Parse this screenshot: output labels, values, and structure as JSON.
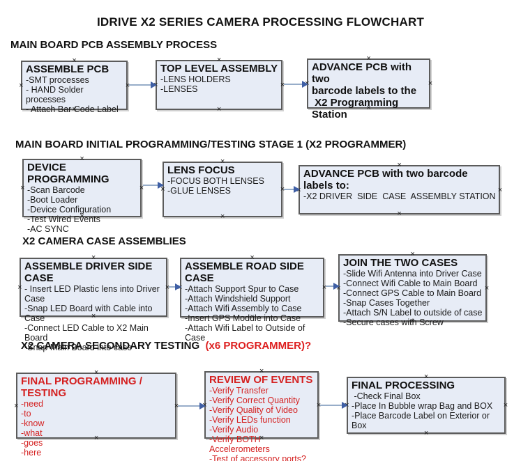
{
  "title": "IDRIVE X2  SERIES CAMERA PROCESSING FLOWCHART",
  "colors": {
    "box_fill": "#e7ecf6",
    "box_border": "#5b5b5b",
    "red_text": "#d42020",
    "arrow_line": "#97adc9",
    "arrow_head": "#3f5fa5"
  },
  "sections": [
    {
      "heading": "MAIN BOARD PCB ASSEMBLY PROCESS",
      "boxes": [
        {
          "title": "ASSEMBLE PCB",
          "lines": [
            "-SMT processes",
            "- HAND Solder processes",
            "- Attach Bar Code Label"
          ]
        },
        {
          "title": "TOP LEVEL ASSEMBLY",
          "lines": [
            "-LENS HOLDERS",
            "-LENSES"
          ]
        },
        {
          "title": "ADVANCE PCB with two\nbarcode labels to the\n X2 Programming Station",
          "lines": []
        }
      ]
    },
    {
      "heading": "MAIN BOARD INITIAL PROGRAMMING/TESTING STAGE 1 (X2 PROGRAMMER)",
      "boxes": [
        {
          "title": "DEVICE PROGRAMMING",
          "lines": [
            "-Scan Barcode",
            "-Boot Loader",
            "-Device Configuration",
            "-Test Wired Events",
            "-AC SYNC"
          ]
        },
        {
          "title": "LENS FOCUS",
          "lines": [
            "-FOCUS BOTH LENSES",
            "-GLUE LENSES"
          ]
        },
        {
          "title": "ADVANCE PCB with two barcode labels to:",
          "lines": [
            "-X2 DRIVER  SIDE  CASE  ASSEMBLY STATION"
          ]
        }
      ]
    },
    {
      "heading": "X2 CAMERA CASE ASSEMBLIES",
      "boxes": [
        {
          "title": "ASSEMBLE DRIVER SIDE CASE",
          "lines": [
            "- Insert LED Plastic lens into Driver Case",
            "-Snap LED Board with Cable into Case",
            "-Connect LED Cable to X2 Main Board",
            "-Snap Main Board into case"
          ]
        },
        {
          "title": "ASSEMBLE ROAD SIDE CASE",
          "lines": [
            "-Attach Support Spur to Case",
            "-Attach Windshield Support",
            "-Attach Wifi Assembly to Case",
            "-Insert GPS Module into Case",
            "-Attach Wifi Label to Outside of Case"
          ]
        },
        {
          "title": "JOIN THE TWO CASES",
          "lines": [
            "-Slide Wifi Antenna into Driver Case",
            "-Connect Wifi Cable to Main Board",
            "-Connect GPS Cable to Main Board",
            "-Snap Cases Together",
            "-Attach S/N Label to outside of case",
            "-Secure cases with Screw"
          ]
        }
      ]
    },
    {
      "heading": "X2 CAMERA SECONDARY TESTING ",
      "heading_red": " (x6 PROGRAMMER)?",
      "boxes": [
        {
          "title": "FINAL PROGRAMMING / TESTING",
          "lines": [
            "-need",
            "-to",
            "-know",
            "-what",
            "-goes",
            "-here"
          ]
        },
        {
          "title": "REVIEW OF EVENTS",
          "lines": [
            "-Verify Transfer",
            "-Verify Correct Quantity",
            "-Verify Quality of Video",
            "-Verify LEDs function",
            "-Verify Audio",
            "-Verify BOTH Accelerometers",
            "-Test of accessory ports?"
          ]
        },
        {
          "title": "FINAL PROCESSING",
          "lines": [
            " -Check Final Box",
            "-Place In Bubble wrap Bag and BOX",
            "-Place Barcode Label on Exterior or Box"
          ]
        }
      ]
    }
  ]
}
